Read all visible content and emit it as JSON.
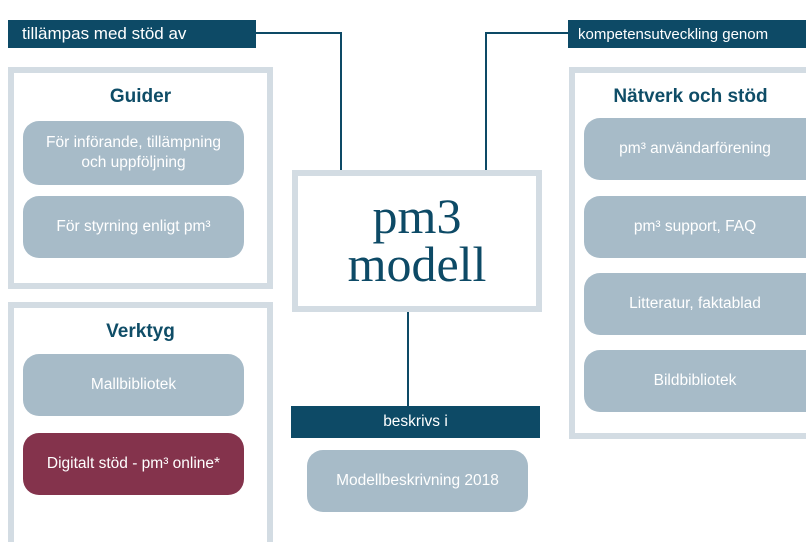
{
  "banners": {
    "left": "tillämpas med stöd av",
    "right": "kompetensutveckling genom",
    "bottom": "beskrivs i"
  },
  "guider": {
    "title": "Guider",
    "items": [
      "För införande, tillämpning och uppföljning",
      "För styrning enligt pm³"
    ]
  },
  "verktyg": {
    "title": "Verktyg",
    "items": [
      "Mallbibliotek",
      "Digitalt stöd - pm³ online*"
    ]
  },
  "natverk": {
    "title": "Nätverk och stöd",
    "items": [
      "pm³ användarförening",
      "pm³ support, FAQ",
      "Litteratur, faktablad",
      "Bildbibliotek"
    ]
  },
  "center": {
    "line1": "pm3",
    "line2": "modell"
  },
  "bottom_item": "Modellbeskrivning 2018",
  "colors": {
    "navy": "#0d4a66",
    "frame": "#d3dce3",
    "pill": "#a7bbc8",
    "highlight": "#84334c"
  }
}
